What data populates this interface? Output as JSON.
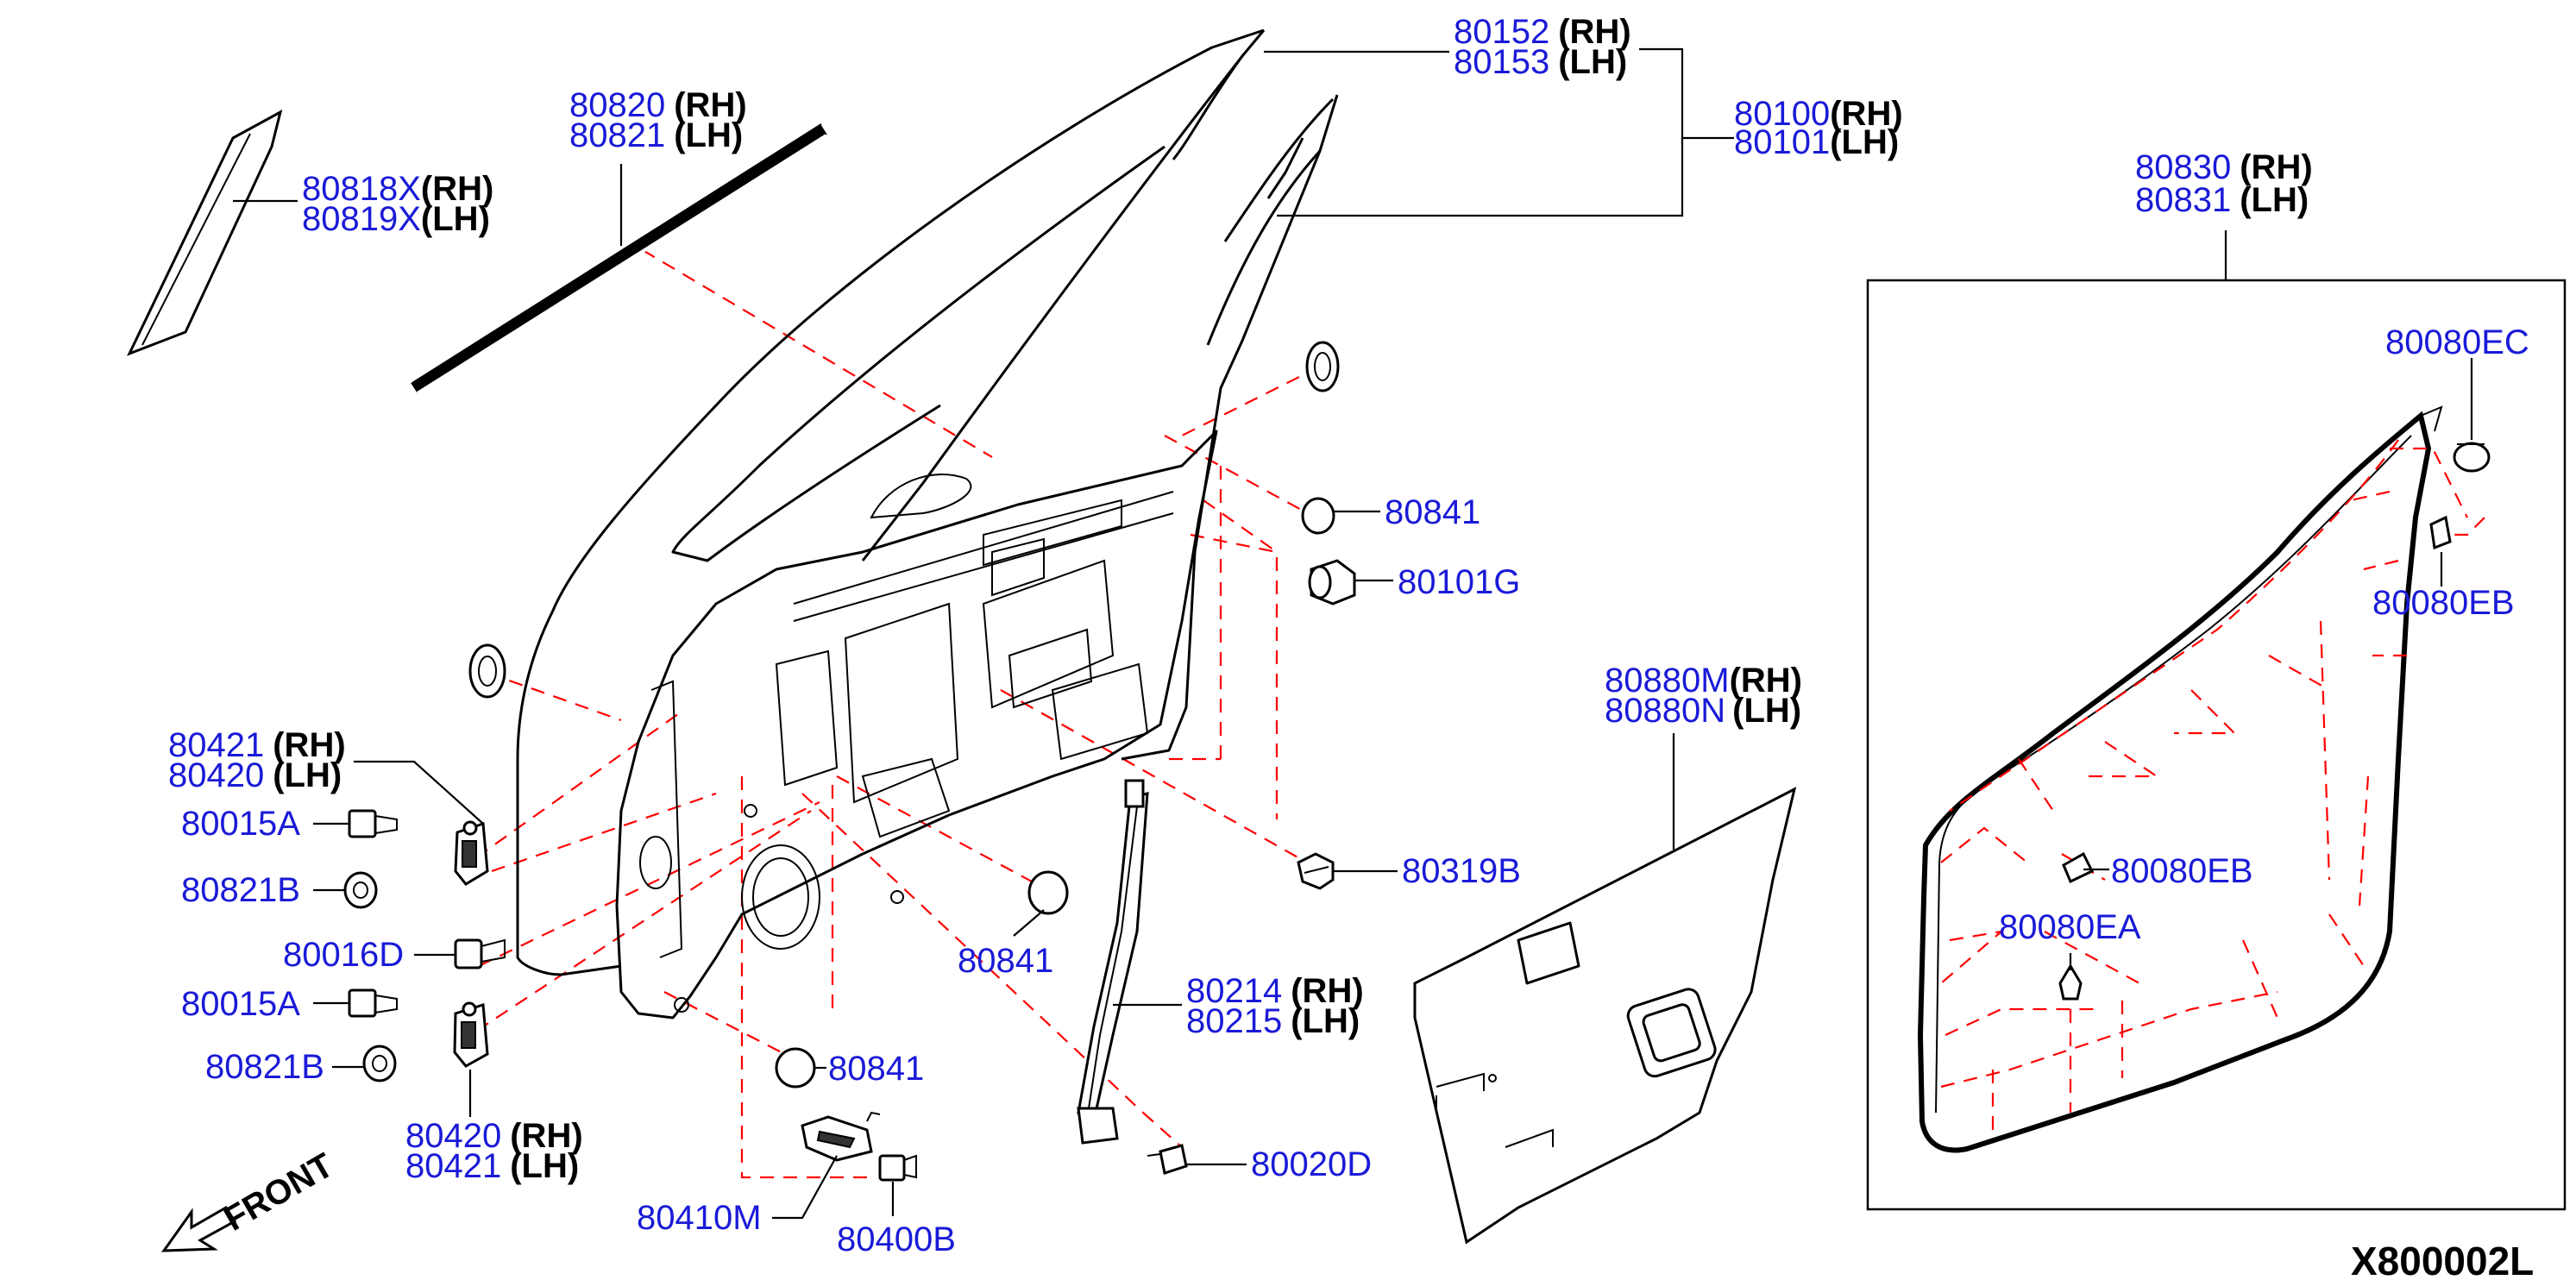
{
  "labels": {
    "l80152": {
      "num": "80152",
      "side": "(RH)"
    },
    "l80153": {
      "num": "80153",
      "side": "(LH)"
    },
    "l80100": {
      "num": "80100",
      "side": "(RH)"
    },
    "l80101": {
      "num": "80101",
      "side": "(LH)"
    },
    "l80820": {
      "num": "80820",
      "side": "(RH)"
    },
    "l80821": {
      "num": "80821",
      "side": "(LH)"
    },
    "l80818X": {
      "num": "80818X",
      "side": "(RH)"
    },
    "l80819X": {
      "num": "80819X",
      "side": "(LH)"
    },
    "l80830": {
      "num": "80830",
      "side": "(RH)"
    },
    "l80831": {
      "num": "80831",
      "side": "(LH)"
    },
    "l80080EC": {
      "num": "80080EC"
    },
    "l80080EB_top": {
      "num": "80080EB"
    },
    "l80080EB_mid": {
      "num": "80080EB"
    },
    "l80080EA": {
      "num": "80080EA"
    },
    "l80841_a": {
      "num": "80841"
    },
    "l80101G": {
      "num": "80101G"
    },
    "l80880M": {
      "num": "80880M",
      "side": "(RH)"
    },
    "l80880N": {
      "num": "80880N",
      "side": "(LH)"
    },
    "l80421_top": {
      "num": "80421",
      "side": "(RH)"
    },
    "l80420_top": {
      "num": "80420",
      "side": "(LH)"
    },
    "l80015A_a": {
      "num": "80015A"
    },
    "l80821B_a": {
      "num": "80821B"
    },
    "l80016D": {
      "num": "80016D"
    },
    "l80015A_b": {
      "num": "80015A"
    },
    "l80821B_b": {
      "num": "80821B"
    },
    "l80420_bot": {
      "num": "80420",
      "side": "(RH)"
    },
    "l80421_bot": {
      "num": "80421",
      "side": "(LH)"
    },
    "l80319B": {
      "num": "80319B"
    },
    "l80841_b": {
      "num": "80841"
    },
    "l80214": {
      "num": "80214",
      "side": "(RH)"
    },
    "l80215": {
      "num": "80215",
      "side": "(LH)"
    },
    "l80841_c": {
      "num": "80841"
    },
    "l80020D": {
      "num": "80020D"
    },
    "l80410M": {
      "num": "80410M"
    },
    "l80400B": {
      "num": "80400B"
    }
  },
  "front_label": "FRONT",
  "diagram_code": "X800002L"
}
